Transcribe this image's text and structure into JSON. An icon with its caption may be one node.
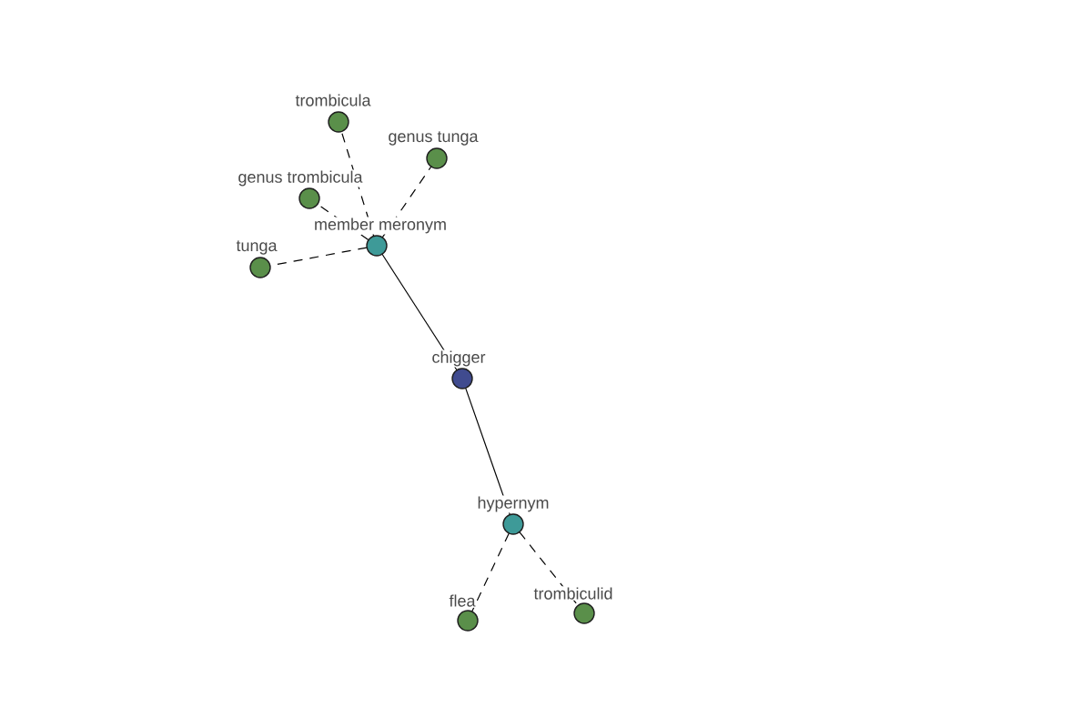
{
  "diagram": {
    "nodes": [
      {
        "text": [
          "trombicula"
        ]
      },
      {
        "text": [
          "genus tunga"
        ]
      },
      {
        "text": [
          "genus trombicula"
        ]
      },
      {
        "text": [
          "member meronym"
        ]
      },
      {
        "text": [
          "tunga"
        ]
      },
      {
        "text": [
          "chigger"
        ]
      },
      {
        "text": [
          "hypernym"
        ]
      },
      {
        "text": [
          "flea"
        ]
      },
      {
        "text": [
          "trombiculid"
        ]
      }
    ],
    "edges": [
      {
        "from": 3,
        "to": 0,
        "arrow": "none",
        "style": "dashed"
      },
      {
        "from": 3,
        "to": 1,
        "arrow": "none",
        "style": "dashed"
      },
      {
        "from": 3,
        "to": 2,
        "arrow": "none",
        "style": "dashed"
      },
      {
        "from": 3,
        "to": 4,
        "arrow": "none",
        "style": "dashed"
      },
      {
        "from": 5,
        "to": 3,
        "arrow": "none"
      },
      {
        "from": 5,
        "to": 6,
        "arrow": "none"
      },
      {
        "from": 6,
        "to": 7,
        "arrow": "none",
        "style": "dashed"
      },
      {
        "from": 6,
        "to": 8,
        "arrow": "none",
        "style": "dashed"
      }
    ]
  }
}
